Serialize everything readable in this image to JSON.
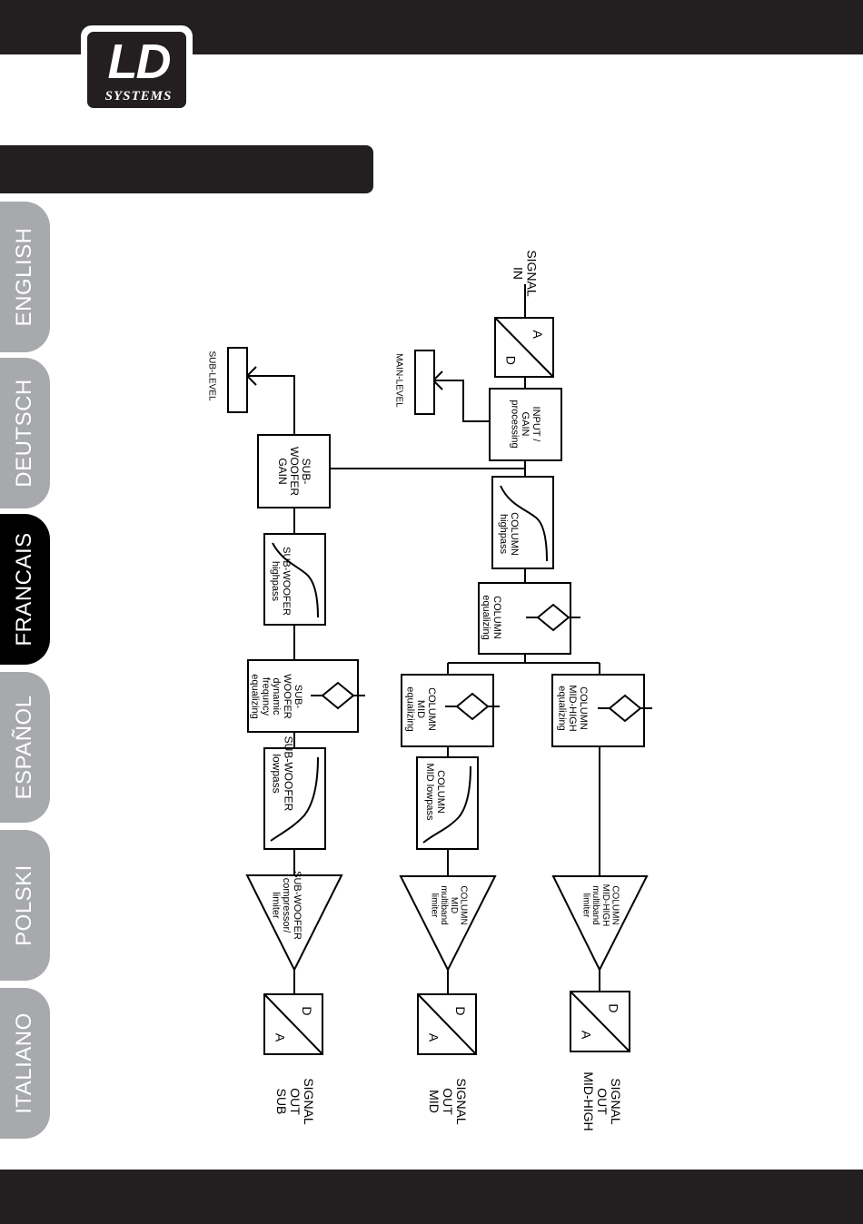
{
  "header": {
    "logo_text": "LD",
    "logo_subtext": "SYSTEMS"
  },
  "language_tabs": [
    {
      "label": "ENGLISH",
      "active": false
    },
    {
      "label": "DEUTSCH",
      "active": false
    },
    {
      "label": "FRANCAIS",
      "active": true
    },
    {
      "label": "ESPAÑOL",
      "active": false
    },
    {
      "label": "POLSKI",
      "active": false
    },
    {
      "label": "ITALIANO",
      "active": false
    }
  ],
  "colors": {
    "dark_bar": "#231f20",
    "tab_inactive": "#a7a9ac",
    "tab_active": "#000000",
    "line": "#000000"
  },
  "diagram": {
    "signal_in": [
      "SIGNAL",
      "IN"
    ],
    "ad_converter": [
      "A",
      "D"
    ],
    "da_converter": [
      "D",
      "A"
    ],
    "input_gain": [
      "INPUT /",
      "GAIN",
      "processing"
    ],
    "main_level": "MAIN-LEVEL",
    "sub_level": "SUB-LEVEL",
    "column_highpass": [
      "COLUMN",
      "highpass"
    ],
    "column_equalizing": [
      "COLUMN",
      "equalizing"
    ],
    "column_mid_high_eq": [
      "COLUMN",
      "MID-HIGH",
      "equalizing"
    ],
    "column_mid_eq": [
      "COLUMN",
      "MID",
      "equalizing"
    ],
    "column_mid_lowpass": [
      "COLUMN",
      "MID lowpass"
    ],
    "sub_woofer_gain": [
      "SUB-",
      "WOOFER",
      "GAIN"
    ],
    "sub_woofer_highpass": [
      "SUB-WOOFER",
      "highpass"
    ],
    "sub_woofer_dyn_eq": [
      "SUB-",
      "WOOFER",
      "dynamic",
      "frequncy",
      "equalizing"
    ],
    "sub_woofer_lowpass": [
      "SUB-WOOFER",
      "lowpass"
    ],
    "limiter_mid_high": [
      "COLUMN",
      "MID-HIGH",
      "multiband",
      "limiter"
    ],
    "limiter_mid": [
      "COLUMN",
      "MID",
      "multiband",
      "limiter"
    ],
    "compressor_sub": [
      "SUB-WOOFER",
      "compressor/",
      "limiter"
    ],
    "out_mid_high": [
      "SIGNAL",
      "OUT",
      "MID-HIGH"
    ],
    "out_mid": [
      "SIGNAL",
      "OUT",
      "MID"
    ],
    "out_sub": [
      "SIGNAL",
      "OUT",
      "SUB"
    ]
  }
}
